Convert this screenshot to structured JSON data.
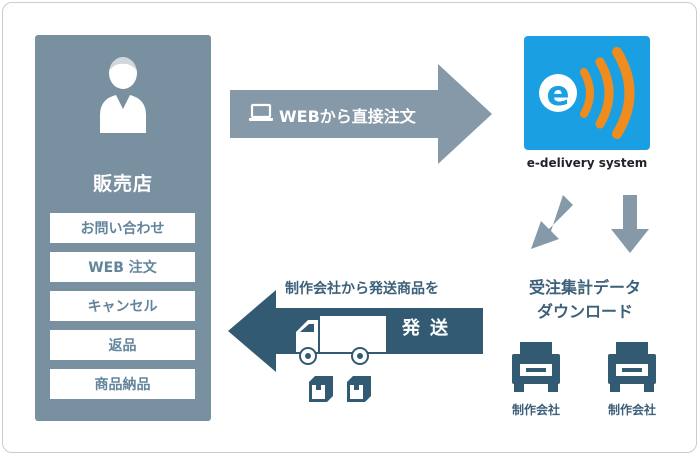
{
  "store": {
    "title": "販売店",
    "items": [
      "お問い合わせ",
      "WEB 注文",
      "キャンセル",
      "返品",
      "商品納品"
    ]
  },
  "web_order": {
    "label": "WEBから直接注文"
  },
  "system": {
    "name": "e-delivery system",
    "logo_letter": "e"
  },
  "aggregate": {
    "line1": "受注集計データ",
    "line2": "ダウンロード"
  },
  "producers": [
    {
      "label": "制作会社"
    },
    {
      "label": "制作会社"
    }
  ],
  "shipping": {
    "caption": "制作会社から発送商品を",
    "action": "発送"
  },
  "colors": {
    "panel": "#7990a1",
    "arrow_light": "#8599a8",
    "arrow_dark": "#335a73",
    "logo_bg": "#1aa0e2",
    "logo_orange": "#f08c1e"
  }
}
